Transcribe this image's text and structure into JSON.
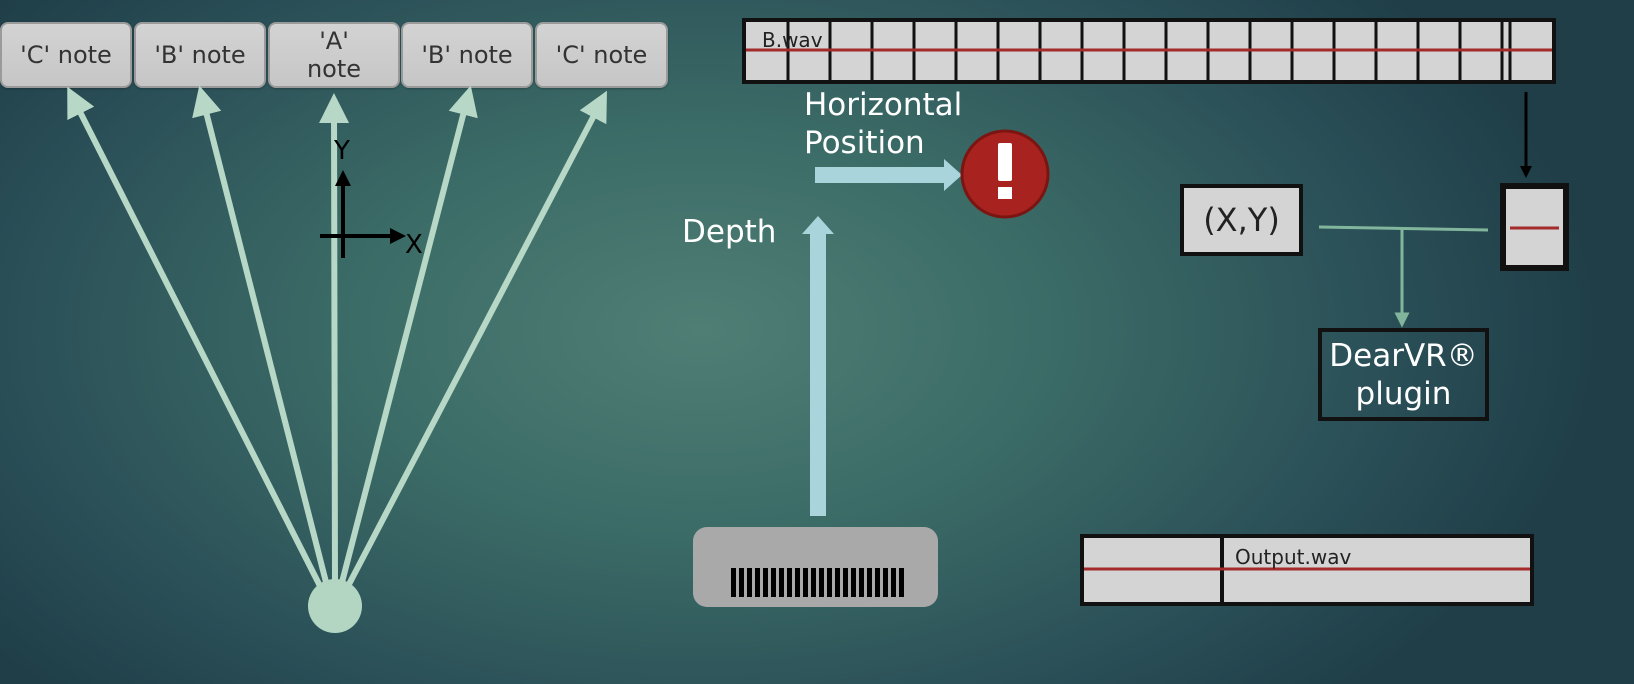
{
  "notes": {
    "c_left": "'C' note",
    "b_left": "'B' note",
    "a_center": "'A' note",
    "b_right": "'B' note",
    "c_right": "'C' note"
  },
  "axes": {
    "y": "Y",
    "x": "X"
  },
  "labels": {
    "horizontal_position": "Horizontal Position",
    "depth": "Depth"
  },
  "alert": {
    "glyph": "!"
  },
  "track": {
    "file": "B.wav"
  },
  "coord_box": "(X,Y)",
  "plugin_box": "DearVR® plugin",
  "output": {
    "file": "Output.wav"
  },
  "colors": {
    "note_arrow": "#b7d8c6",
    "blue_arrow": "#a9d4dc",
    "alert_red": "#a8231f",
    "waveform_line": "#a52a2a",
    "connector": "#82b69c"
  }
}
